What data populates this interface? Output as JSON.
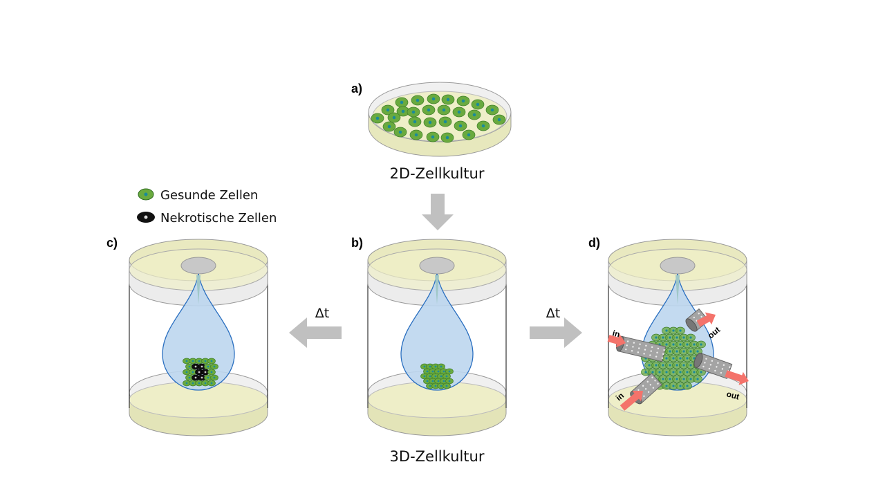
{
  "labels": {
    "a": "a)",
    "b": "b)",
    "c": "c)",
    "d": "d)"
  },
  "captions": {
    "culture_2d": "2D-Zellkultur",
    "culture_3d": "3D-Zellkultur"
  },
  "legend": {
    "healthy": "Gesunde Zellen",
    "necrotic": "Nekrotische Zellen"
  },
  "time_step": {
    "left": "Δt",
    "right": "Δt"
  },
  "flow": {
    "in_top": "in",
    "in_bottom": "in",
    "out_top": "out",
    "out_bottom": "out"
  },
  "colors": {
    "cell": "#6aaa3f",
    "nucleus": "#1a8a9a",
    "plate": "#ecedc6",
    "drop": "#bcd6ee",
    "drop_stroke": "#2a6fc0",
    "arrow": "#c0c0c0",
    "flow_arrow": "#f4736b",
    "tube": "#9a9a9a"
  }
}
